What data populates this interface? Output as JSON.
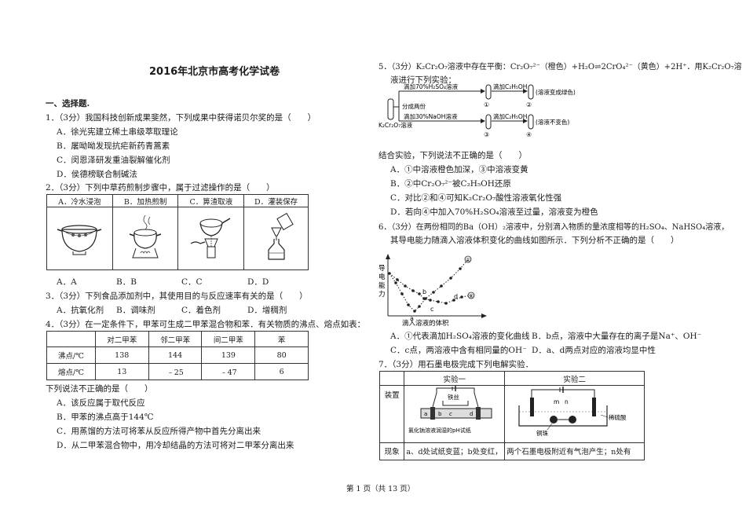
{
  "title": "2016年北京市高考化学试卷",
  "section1": "一、选择题.",
  "q1": {
    "stem": "1．（3分）我国科技创新成果斐然，下列成果中获得诺贝尔奖的是（　　）",
    "options": [
      "A．徐光宪建立稀土串级萃取理论",
      "B．屠呦呦发现抗疟新药青蒿素",
      "C．闵恩泽研发重油裂解催化剂",
      "D．侯德榜联合制碱法"
    ]
  },
  "q2": {
    "stem": "2．（3分）下列中草药煎制步骤中，属于过滤操作的是（　　）",
    "headers": [
      "A．冷水浸泡",
      "B．加热煎制",
      "C．箅渣取液",
      "D．灌装保存"
    ],
    "answers": [
      "A．A",
      "B．B",
      "C．C",
      "D．D"
    ]
  },
  "q3": {
    "stem": "3．（3分）下列食品添加剂中，其使用目的与反应速率有关的是（　　）",
    "options": [
      "A．抗氧化剂",
      "B．调味剂",
      "C．着色剂",
      "D．增稠剂"
    ]
  },
  "q4": {
    "stem": "4．（3分）在一定条件下，甲苯可生成二甲苯混合物和苯．有关物质的沸点、熔点如表：",
    "table": {
      "headers": [
        "",
        "对二甲苯",
        "邻二甲苯",
        "间二甲苯",
        "苯"
      ],
      "rows": [
        [
          "沸点/℃",
          "138",
          "144",
          "139",
          "80"
        ],
        [
          "熔点/℃",
          "13",
          "﹣25",
          "﹣47",
          "6"
        ]
      ]
    },
    "after": "下列说法不正确的是（　　）",
    "options": [
      "A．该反应属于取代反应",
      "B．甲苯的沸点高于144℃",
      "C．用蒸馏的方法可将苯从反应所得产物中首先分离出来",
      "D．从二甲苯混合物中，用冷却结晶的方法可将对二甲苯分离出来"
    ]
  },
  "q5": {
    "line1": "5．（3分）K₂Cr₂O₇溶液中存在平衡：Cr₂O₇²⁻（橙色）+H₂O⇌2CrO₄²⁻（黄色）+2H⁺．用K₂Cr₂O₇溶",
    "line2": "液进行下列实验：",
    "diagram": {
      "top_add": "滴加70%H₂SO₄溶液",
      "top_add2": "滴加C₂H₅OH",
      "bottom_add": "滴加30%NaOH溶液",
      "bottom_add2": "滴加C₂H₅OH",
      "split": "分成两份",
      "solution": "K₂Cr₂O₇溶液",
      "top_result": "(溶液变成绿色)",
      "bottom_result": "(溶液不变色)",
      "labels": [
        "①",
        "②",
        "③",
        "④"
      ]
    },
    "after": "结合实验，下列说法不正确的是（　　）",
    "options": [
      "A．①中溶液橙色加深，③中溶液变黄",
      "B．②中Cr₂O₇²⁻被C₂H₅OH还原",
      "C．对比②和④可知K₂Cr₂O₇酸性溶液氧化性强",
      "D．若向④中加入70%H₂SO₄溶液至过量，溶液变为橙色"
    ]
  },
  "q6": {
    "line1": "6．（3分）在两份相同的Ba（OH）₂溶液中，分别滴入物质的量浓度相等的H₂SO₄、NaHSO₄溶液，",
    "line2": "其导电能力随滴入溶液体积变化的曲线如图所示．下列分析不正确的是（　　）",
    "graph": {
      "ylabel": [
        "导",
        "电",
        "能",
        "力"
      ],
      "xlabel": "滴入溶液的体积",
      "points": [
        "a",
        "b",
        "c",
        "d"
      ],
      "curves": [
        "①",
        "②"
      ]
    },
    "options": [
      "A．①代表滴加H₂SO₄溶液的变化曲线",
      "B．b点，溶液中大量存在的离子是Na⁺、OH⁻",
      "C．c点，两溶液中含有相同量的OH⁻",
      "D．a、d两点对应的溶液均显中性"
    ]
  },
  "q7": {
    "stem": "7．（3分）用石墨电极完成下列电解实验．",
    "table": {
      "headers": [
        "",
        "实验一",
        "实验二"
      ],
      "row_device": "装置",
      "row_phenom": "现象",
      "exp1_phenom": "a、d处试纸变蓝；b处变红，",
      "exp2_phenom": "两个石墨电极附近有气泡产生；n处有",
      "exp1_labels": {
        "wire": "铁丝",
        "paper": "氯化钠溶液润湿的pH试纸",
        "a": "a",
        "b": "b",
        "c": "c",
        "d": "d"
      },
      "exp2_labels": {
        "m": "m",
        "n": "n",
        "acid": "稀硫酸",
        "ball": "铜珠"
      }
    }
  },
  "footer": "第 1 页（共 13 页）"
}
